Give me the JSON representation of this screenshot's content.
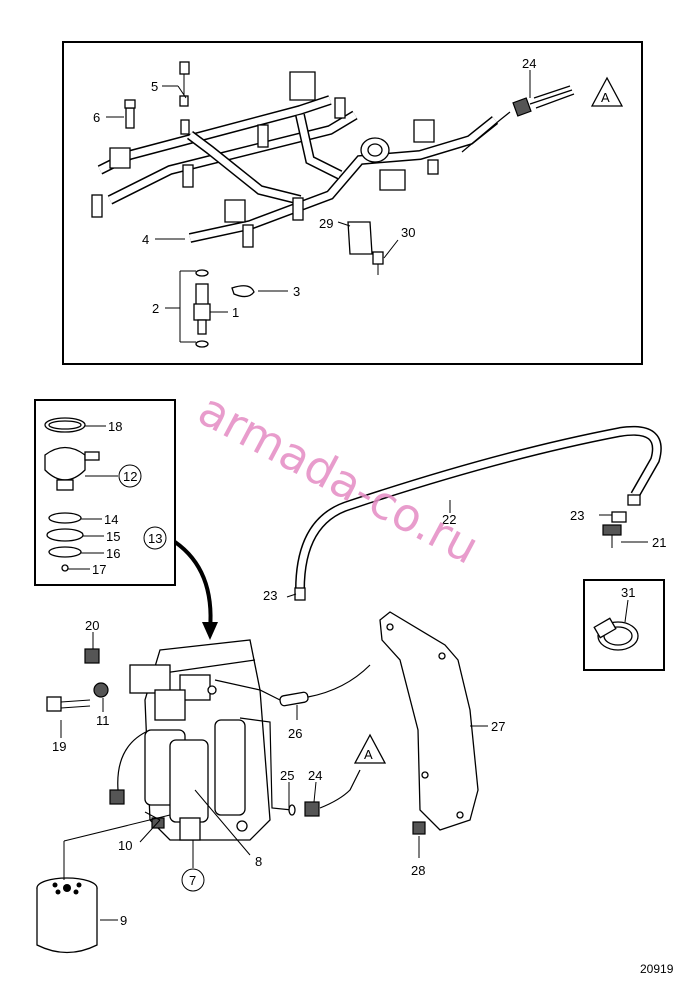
{
  "diagram": {
    "image_number": "20919",
    "watermark": "armada-co.ru",
    "reference_marker": "A",
    "callouts": {
      "c1": "1",
      "c2": "2",
      "c3": "3",
      "c4": "4",
      "c5": "5",
      "c6": "6",
      "c7": "7",
      "c8": "8",
      "c9": "9",
      "c10": "10",
      "c11": "11",
      "c12": "12",
      "c13": "13",
      "c14": "14",
      "c15": "15",
      "c16": "16",
      "c17": "17",
      "c18": "18",
      "c19": "19",
      "c20": "20",
      "c21": "21",
      "c22": "22",
      "c23a": "23",
      "c23b": "23",
      "c24a": "24",
      "c24b": "24",
      "c25": "25",
      "c26": "26",
      "c27": "27",
      "c28": "28",
      "c29": "29",
      "c30": "30",
      "c31": "31"
    }
  }
}
